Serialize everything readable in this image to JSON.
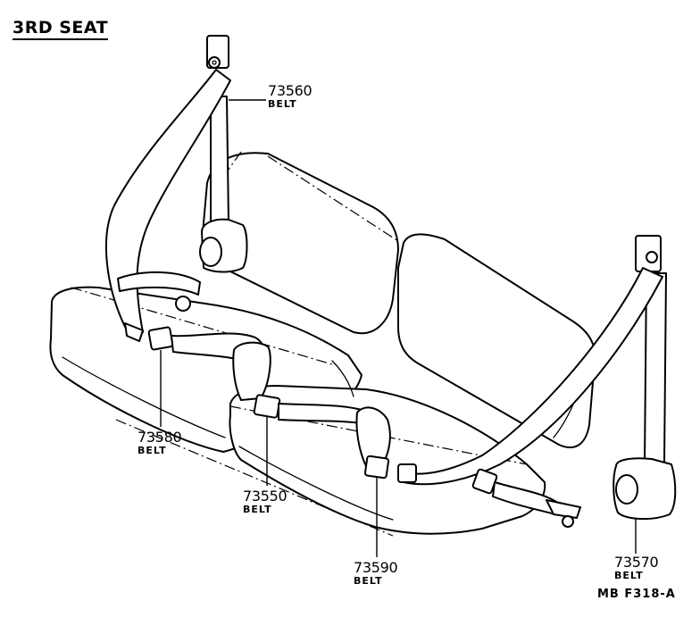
{
  "title": "3RD SEAT",
  "callouts": [
    {
      "part_no": "73560",
      "label": "BELT"
    },
    {
      "part_no": "73580",
      "label": "BELT"
    },
    {
      "part_no": "73550",
      "label": "BELT"
    },
    {
      "part_no": "73590",
      "label": "BELT"
    },
    {
      "part_no": "73570",
      "label": "BELT"
    }
  ],
  "figure_code": "MB  F318-A"
}
